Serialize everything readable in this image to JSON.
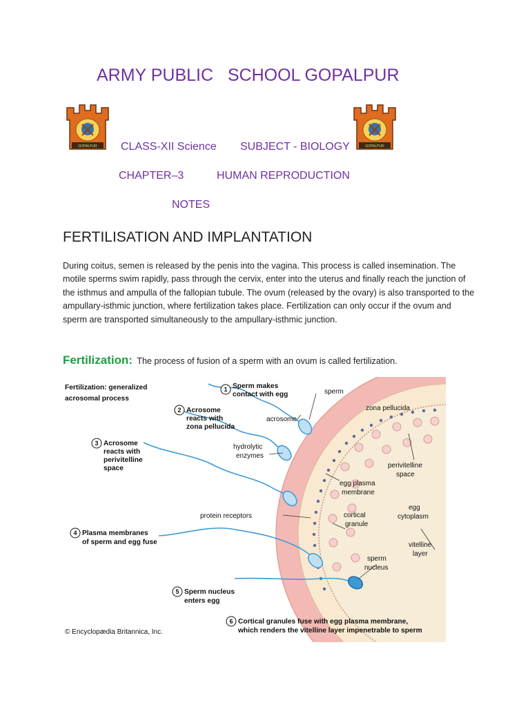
{
  "header": {
    "school_name": "ARMY PUBLIC   SCHOOL GOPALPUR",
    "class": "CLASS-XII Science",
    "subject": "SUBJECT - BIOLOGY",
    "chapter": "CHAPTER–3",
    "chapter_title": "HUMAN REPRODUCTION",
    "notes": "NOTES"
  },
  "logo": {
    "icon": "army-crest-icon",
    "color": "#e06c1f",
    "text": "GOPALPUR"
  },
  "section": {
    "heading": "FERTILISATION AND IMPLANTATION",
    "paragraph": "During coitus, semen is released by the penis into the vagina. This process is called insemination. The motile sperms swim rapidly, pass through the cervix, enter into the uterus and finally reach the junction of the isthmus and ampulla of the fallopian tubule. The ovum (released by the ovary) is also transported to the ampullary-isthmic junction, where fertilization takes place. Fertilization can only occur if the ovum and sperm are transported simultaneously to the ampullary-isthmic junction.",
    "term": "Fertilization:",
    "definition": "The process of fusion of a sperm with an ovum is called fertilization."
  },
  "figure": {
    "title_line1": "Fertilization: generalized",
    "title_line2": "acrosomal process",
    "steps": [
      {
        "num": "1",
        "line1": "Sperm makes",
        "line2": "contact with egg"
      },
      {
        "num": "2",
        "line1": "Acrosome",
        "line2": "reacts with",
        "line3": "zona pellucida"
      },
      {
        "num": "3",
        "line1": "Acrosome",
        "line2": "reacts with",
        "line3": "perivitelline",
        "line4": "space"
      },
      {
        "num": "4",
        "line1": "Plasma membranes",
        "line2": "of sperm and egg fuse"
      },
      {
        "num": "5",
        "line1": "Sperm nucleus",
        "line2": "enters egg"
      },
      {
        "num": "6",
        "line1": "Cortical granules fuse with egg plasma membrane,",
        "line2": "which renders the vitelline layer impenetrable to sperm"
      }
    ],
    "labels": {
      "sperm": "sperm",
      "acrosome": "acrosome",
      "zona": "zona pellucida",
      "hydrolytic1": "hydrolytic",
      "hydrolytic2": "enzymes",
      "perivitelline1": "perivitelline",
      "perivitelline2": "space",
      "eggpm1": "egg plasma",
      "eggpm2": "membrane",
      "protein": "protein receptors",
      "cortical1": "cortical",
      "cortical2": "granule",
      "cyto1": "egg",
      "cyto2": "cytoplasm",
      "vitelline1": "vitelline",
      "vitelline2": "layer",
      "nucleus1": "sperm",
      "nucleus2": "nucleus"
    },
    "credit": "© Encyclopædia Britannica, Inc.",
    "colors": {
      "zona": "#f3b9b5",
      "cytoplasm": "#f8e9d0",
      "sperm": "#3d99d4",
      "granule": "#f6d0cc"
    }
  }
}
